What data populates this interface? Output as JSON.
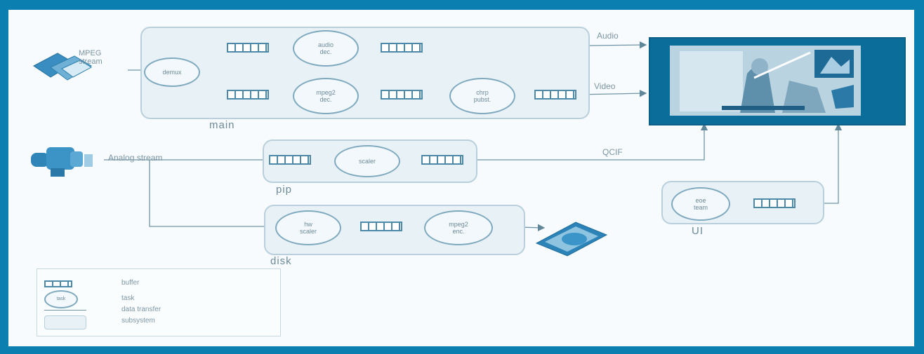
{
  "sources": {
    "mpeg_stream": "MPEG\nstream",
    "analog_stream": "Analog stream"
  },
  "subsystems": {
    "main": "main",
    "pip": "pip",
    "disk": "disk",
    "ui": "UI"
  },
  "tasks": {
    "demux": "demux",
    "audio_dec": "audio\ndec.",
    "mpeg2_dec": "mpeg2\ndec.",
    "chrp_pubst": "chrp\npubst.",
    "scaler": "scaler",
    "hw_scaler": "hw\nscaler",
    "mpeg2_enc": "mpeg2\nenc.",
    "eoe_team": "eoe\nteam"
  },
  "signals": {
    "audio": "Audio",
    "video": "Video",
    "qcif": "QCIF"
  },
  "legend": {
    "buffer": "buffer",
    "task": "task",
    "task_symbol": "task",
    "data_transfer": "data transfer",
    "subsystem": "subsystem"
  },
  "colors": {
    "background": "#0a7fb0",
    "subsystem_fill": "#e8f1f6",
    "task_border": "#7fa9bf",
    "buffer": "#4d89a8"
  }
}
